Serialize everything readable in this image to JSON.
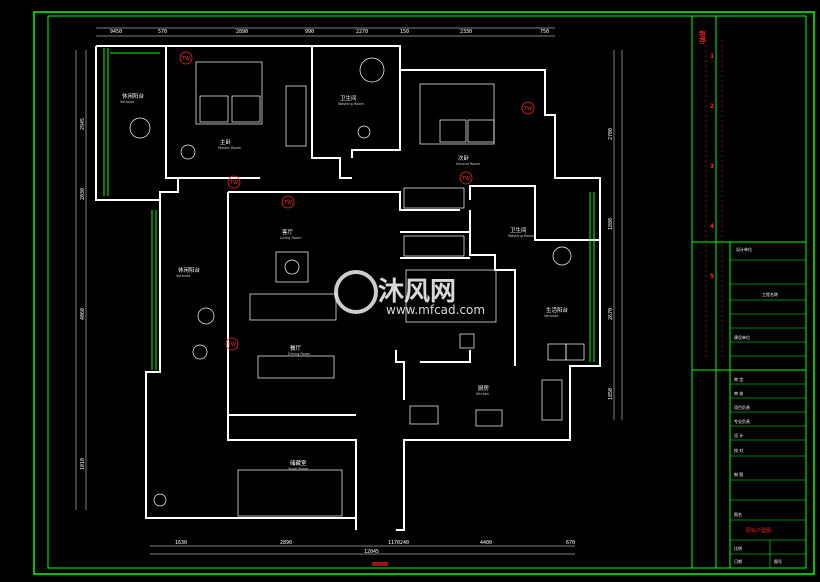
{
  "top_dims": [
    "9450",
    "570",
    "2890",
    "990",
    "2270",
    "150",
    "2330",
    "750"
  ],
  "top_overall": "",
  "bottom_dims": [
    "1630",
    "2890",
    "1170",
    "240",
    "4400",
    "670"
  ],
  "bottom_overall": "12045",
  "bottom_label": "",
  "left_dims": [
    "2945",
    "2030",
    "4060",
    "1010"
  ],
  "right_dims": [
    "2700",
    "1880",
    "2670",
    "1850"
  ],
  "rooms": [
    {
      "id": "veranda-top",
      "cn": "休闲阳台",
      "en": "Veranda"
    },
    {
      "id": "master-bedroom",
      "cn": "主卧",
      "en": "Master Room"
    },
    {
      "id": "washing-top",
      "cn": "卫生间",
      "en": "Washing Room"
    },
    {
      "id": "second-bedroom",
      "cn": "次卧",
      "en": "Second Room"
    },
    {
      "id": "washing-mid",
      "cn": "卫生间",
      "en": "Washing Room"
    },
    {
      "id": "living",
      "cn": "客厅",
      "en": "Living Room"
    },
    {
      "id": "veranda-left",
      "cn": "休闲阳台",
      "en": "Veranda"
    },
    {
      "id": "veranda-right",
      "cn": "生活阳台",
      "en": "Veranda"
    },
    {
      "id": "dining",
      "cn": "餐厅",
      "en": "Dining Room"
    },
    {
      "id": "kitchen",
      "cn": "厨房",
      "en": "Kitchen"
    },
    {
      "id": "store",
      "cn": "储藏室",
      "en": "Store Room"
    }
  ],
  "markers": [
    "TW",
    "TW",
    "TW",
    "TW",
    "TW",
    "TW"
  ],
  "watermark": {
    "cn": "沐风网",
    "url": "www.mfcad.com"
  },
  "notes": [
    "说明：",
    "1",
    "2",
    "3",
    "4",
    "5"
  ],
  "title_block": {
    "company_cn": "设计单位",
    "company_en": "",
    "project_label": "工程名称",
    "rows": [
      "建设单位",
      "审 定",
      "审 核",
      "项目负责",
      "专业负责",
      "设 计",
      "校 对",
      "制 图"
    ],
    "drawing_label": "图名",
    "drawing_name": "原始户型图",
    "scale_label": "比例",
    "date_label": "日期",
    "number_label": "图号"
  },
  "colors": {
    "frame": "#00ff00",
    "wall": "#ffffff",
    "dim": "#ffffff",
    "marker": "#ff2020",
    "window": "#00ff00"
  }
}
